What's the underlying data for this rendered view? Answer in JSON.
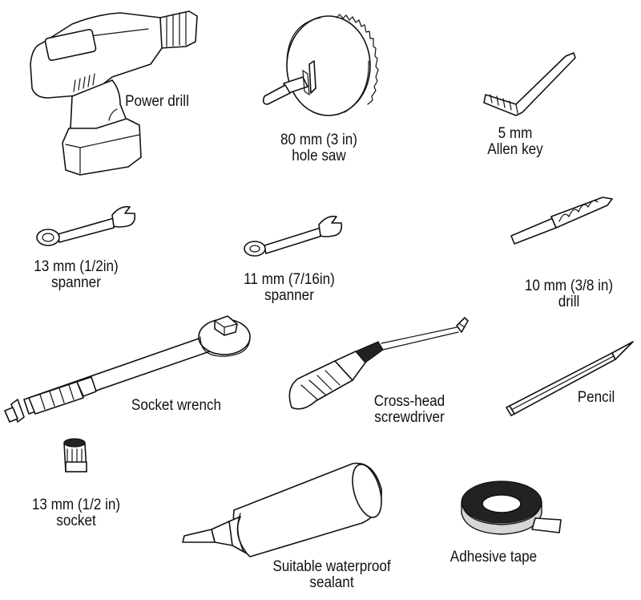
{
  "tools": {
    "power_drill": [
      "Power drill"
    ],
    "hole_saw": [
      "80 mm (3 in)",
      "hole saw"
    ],
    "allen_key": [
      "5 mm",
      "Allen key"
    ],
    "spanner_13": [
      "13 mm (1/2in)",
      "spanner"
    ],
    "spanner_11": [
      "11 mm (7/16in)",
      "spanner"
    ],
    "drill_bit": [
      "10 mm (3/8 in)",
      "drill"
    ],
    "socket_wrench": [
      "Socket wrench"
    ],
    "screwdriver": [
      "Cross-head",
      "screwdriver"
    ],
    "pencil": [
      "Pencil"
    ],
    "socket": [
      "13 mm (1/2 in)",
      "socket"
    ],
    "sealant": [
      "Suitable waterproof",
      "sealant"
    ],
    "tape": [
      "Adhesive tape"
    ]
  }
}
